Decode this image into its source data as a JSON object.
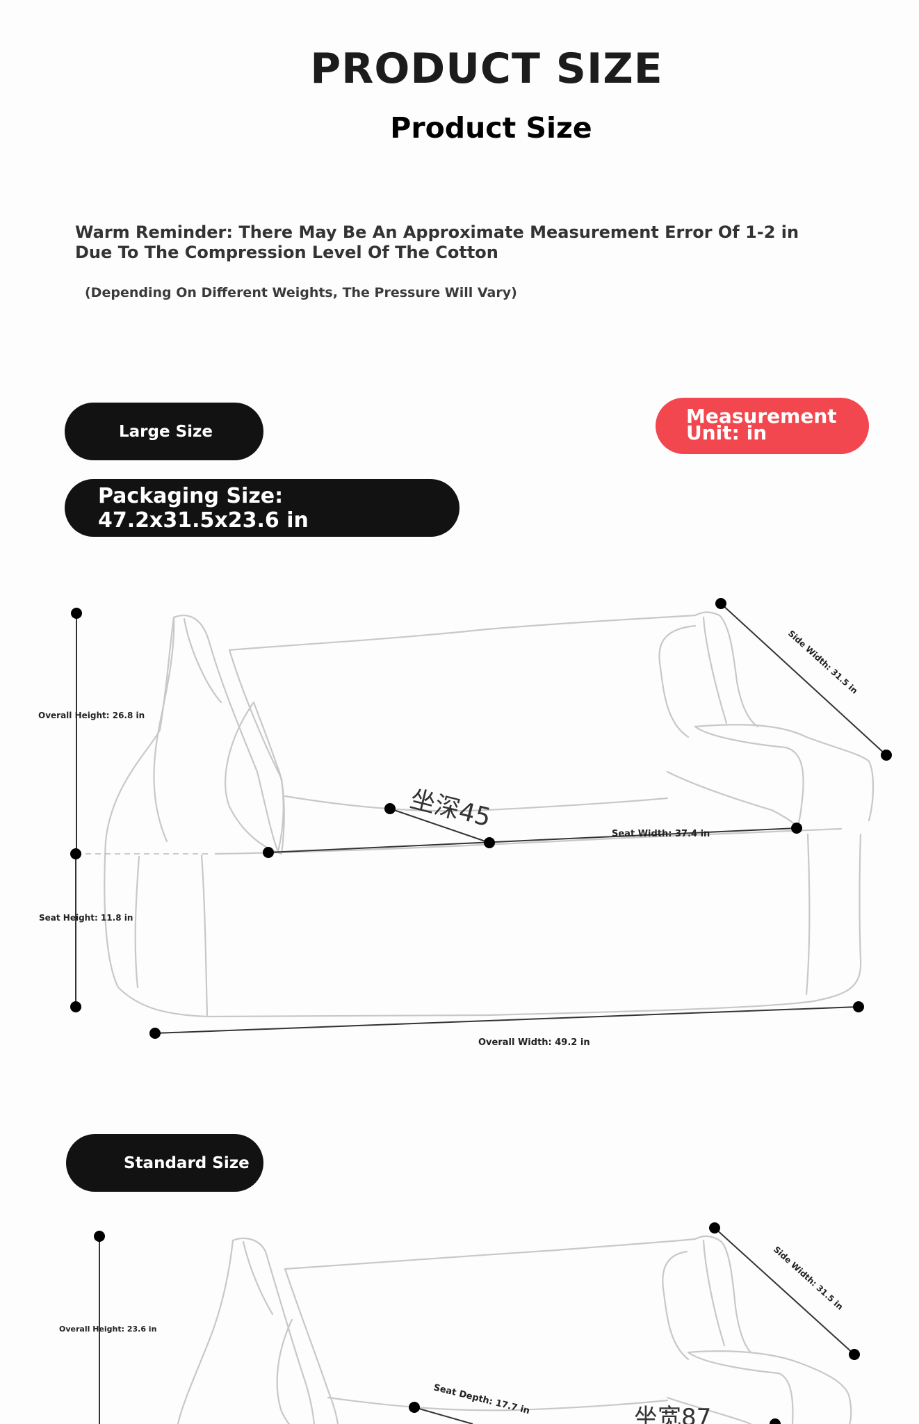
{
  "header": {
    "title": "PRODUCT SIZE",
    "subtitle": "Product Size"
  },
  "reminder": {
    "text": "Warm Reminder: There May Be An Approximate Measurement Error Of 1-2 in Due To The Compression Level Of The Cotton",
    "note": "(Depending On Different Weights, The Pressure Will Vary)"
  },
  "large": {
    "label": "Large Size",
    "packaging": "Packaging Size: 47.2x31.5x23.6 in",
    "overall_height": "Overall Height: 26.8 in",
    "seat_height": "Seat Height: 11.8 in",
    "seat_width": "Seat Width: 37.4 in",
    "side_width": "Side Width: 31.5 in",
    "overall_width": "Overall Width: 49.2 in",
    "seat_depth_cn": "坐深45"
  },
  "unit": {
    "line1": "Measurement",
    "line2": "Unit: in"
  },
  "standard": {
    "label": "Standard Size",
    "overall_height": "Overall Height: 23.6 in",
    "side_width": "Side Width: 31.5 in",
    "seat_depth": "Seat Depth: 17.7 in",
    "seat_width_cn": "坐宽87"
  }
}
